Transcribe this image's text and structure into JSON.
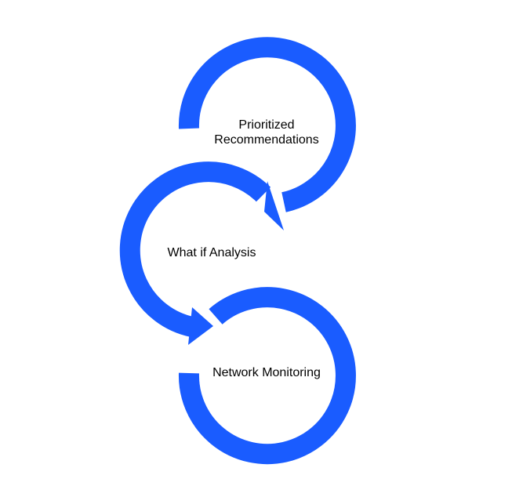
{
  "diagram": {
    "accent_color": "#1a5cff",
    "steps": [
      {
        "line1": "Prioritized",
        "line2": "Recommendations"
      },
      {
        "label": "What if Analysis"
      },
      {
        "label": "Network Monitoring"
      }
    ]
  }
}
